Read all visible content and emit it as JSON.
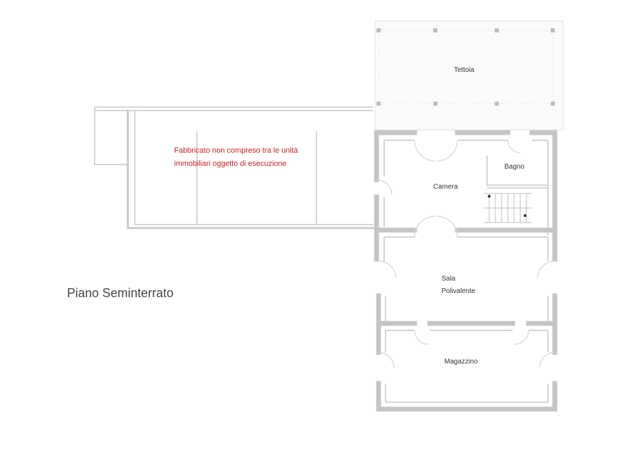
{
  "floor_label": "Piano Seminterrato",
  "note": {
    "line1": "Fabbricato non compreso tra le unità",
    "line2": "immobiliari oggetto di esecuzione"
  },
  "rooms": {
    "tettoia": "Tettoia",
    "bagno": "Bagno",
    "camera": "Camera",
    "sala_line1": "Sala",
    "sala_line2": "Polivalente",
    "magazzino": "Magazzino"
  },
  "colors": {
    "walls": "#c9c9c9",
    "note_text": "#cc1f1f",
    "label_text": "#333333"
  }
}
